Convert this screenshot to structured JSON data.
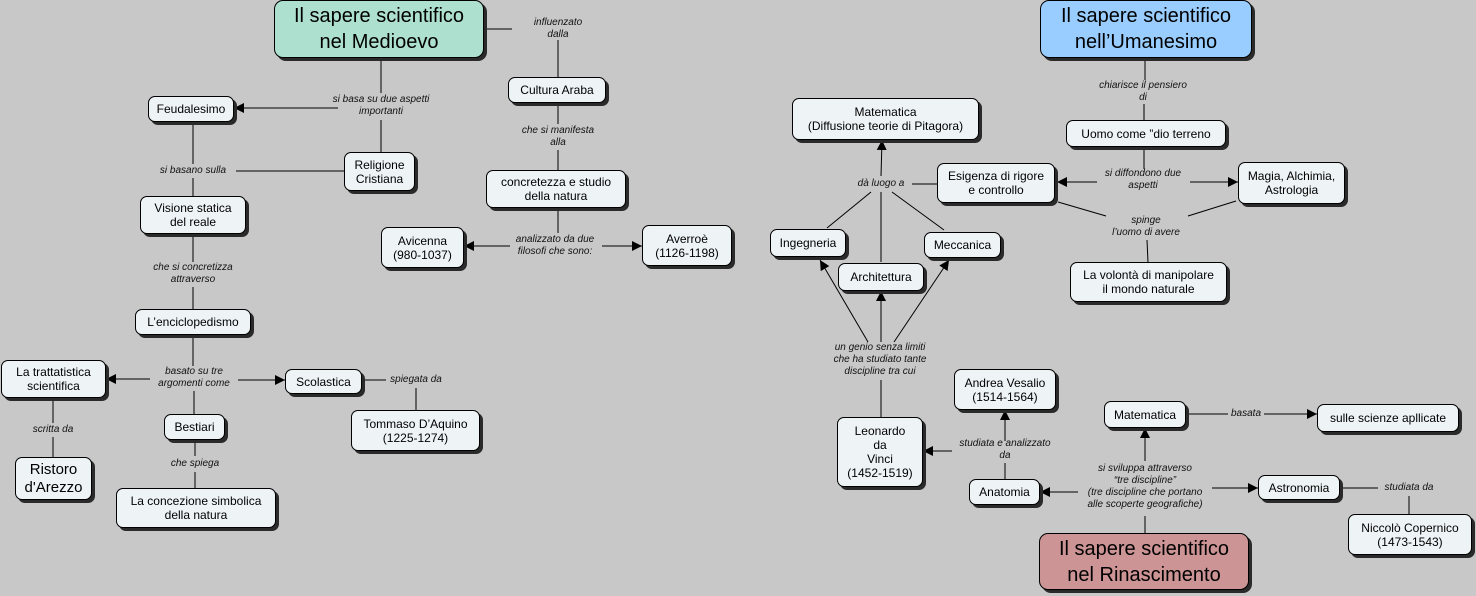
{
  "colors": {
    "background": "#c8c8c8",
    "node": "#eef4f6",
    "medioevo": "#aee0cf",
    "umanesimo": "#99ccff",
    "rinascimento": "#cc9494"
  },
  "medioevo": {
    "title": "Il sapere scientifico\nnel Medioevo",
    "nodes": {
      "cultura_araba": "Cultura Araba",
      "feudalesimo": "Feudalesimo",
      "religione": "Religione\nCristiana",
      "concretezza": "concretezza e studio\ndella natura",
      "visione": "Visione statica\ndel reale",
      "avicenna": "Avicenna\n(980-1037)",
      "averroe": "Averroè\n(1126-1198)",
      "enciclopedismo": "L’enciclopedismo",
      "trattatistica": "La trattatistica\nscientifica",
      "scolastica": "Scolastica",
      "bestiari": "Bestiari",
      "tommaso": "Tommaso D’Aquino\n(1225-1274)",
      "ristoro": "Ristoro\nd'Arezzo",
      "concezione": "La concezione simbolica\ndella natura"
    },
    "links": {
      "influenzato": "influenzato\ndalla",
      "si_basa": "si basa su due aspetti\nimportanti",
      "manifesta": "che si manifesta\nalla",
      "basano": "si basano sulla",
      "analizzato": "analizzato da due\nfilosofi che sono:",
      "concretizza": "che si concretizza\nattraverso",
      "basato": "basato su tre\nargomenti come",
      "spiegata": "spiegata da",
      "scritta": "scritta da",
      "spiega": "che spiega"
    }
  },
  "umanesimo": {
    "title": "Il sapere scientifico\nnell’Umanesimo",
    "nodes": {
      "uomo": "Uomo come ”dio terreno",
      "matematica": "Matematica\n(Diffusione teorie di Pitagora)",
      "esigenza": "Esigenza di rigore\ne controllo",
      "magia": "Magia, Alchimia,\nAstrologia",
      "ingegneria": "Ingegneria",
      "architettura": "Architettura",
      "meccanica": "Meccanica",
      "volonta": "La volontà di manipolare\nil mondo naturale"
    },
    "links": {
      "chiarisce": "chiarisce il pensiero\ndi",
      "luogo": "dà luogo a",
      "diffondono": "si diffondono due\naspetti",
      "spinge": "spinge\nl’uomo di avere"
    }
  },
  "rinascimento": {
    "title": "Il sapere scientifico\nnel Rinascimento",
    "nodes": {
      "leonardo": "Leonardo\nda\nVinci\n(1452-1519)",
      "vesalio": "Andrea Vesalio\n(1514-1564)",
      "matematica": "Matematica",
      "scienze": "sulle scienze apllicate",
      "anatomia": "Anatomia",
      "astronomia": "Astronomia",
      "copernico": "Niccolò Copernico\n(1473-1543)"
    },
    "links": {
      "genio": "un genio senza limiti\nche ha studiato tante\ndiscipline tra cui",
      "studiata_analizzato": "studiata e analizzato\nda",
      "basata": "basata",
      "sviluppa": "si sviluppa attraverso\n“tre discipline”\n(tre discipline che portano\nalle scoperte geografiche)",
      "studiata_da": "studiata da"
    }
  }
}
